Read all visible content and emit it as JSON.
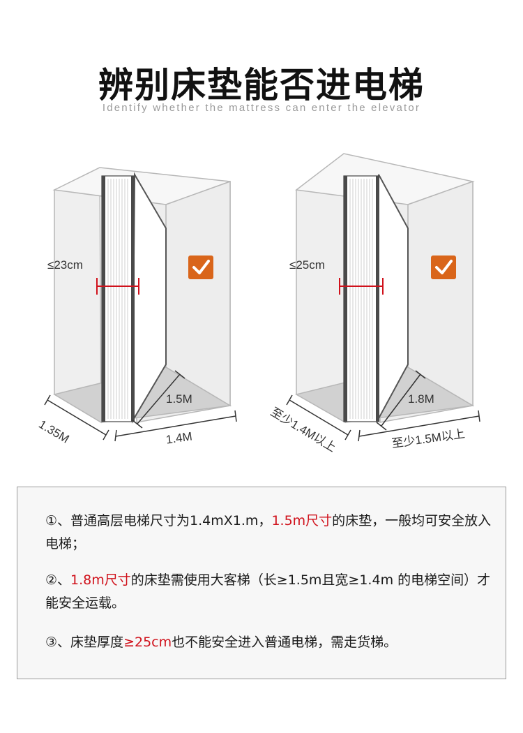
{
  "header": {
    "title": "辨别床垫能否进电梯",
    "subtitle": "Identify whether the mattress can enter the elevator"
  },
  "scenes": [
    {
      "thickness_label": "≤23cm",
      "depth_label": "1.5M",
      "width_label": "1.4M",
      "side_label": "1.35M"
    },
    {
      "thickness_label": "≤25cm",
      "depth_label": "1.8M",
      "width_label": "至少1.5M以上",
      "side_label": "至少1.4M以上"
    }
  ],
  "notes": [
    {
      "index": "①、",
      "text_before": "普通高层电梯尺寸为1.4mX1.m，",
      "highlight": "1.5m尺寸",
      "text_after": "的床垫，一般均可安全放入电梯；"
    },
    {
      "index": "②、",
      "text_before": "",
      "highlight": "1.8m尺寸",
      "text_after": "的床垫需使用大客梯（长≥1.5m且宽≥1.4m 的电梯空间）才能安全运载。"
    },
    {
      "index": "③、",
      "text_before": "床垫厚度",
      "highlight": "≥25cm",
      "text_after": "也不能安全进入普通电梯，需走货梯。"
    }
  ],
  "colors": {
    "accent_red": "#d0111b",
    "check_orange": "#d9651a",
    "wall": "#f2f2f2",
    "floor": "#c9c9c9",
    "outline": "#b3b3b3",
    "mattress_edge": "#4a4a4a"
  },
  "icons": [
    "check-icon"
  ]
}
